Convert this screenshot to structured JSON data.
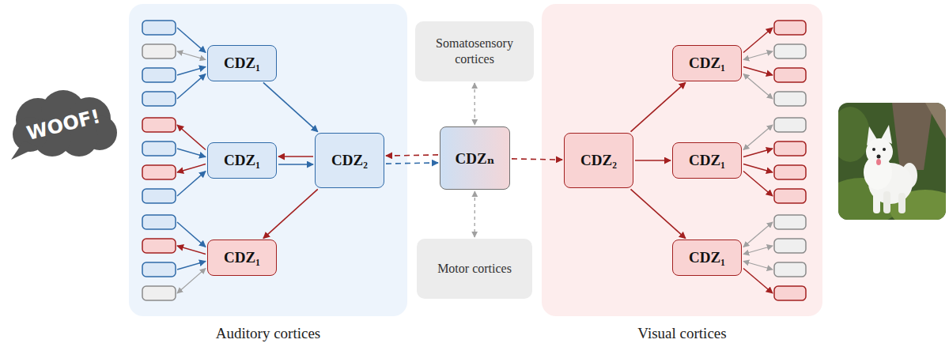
{
  "diagram": {
    "nodes": [
      {
        "text": [
          "WOOF!"
        ]
      },
      {
        "text": [
          "Auditory cortices"
        ]
      },
      {
        "text": [
          "CDZ₁"
        ],
        "in": 1
      },
      {
        "text": [
          "CDZ₁"
        ],
        "in": 1
      },
      {
        "text": [
          "CDZ₁"
        ],
        "in": 1
      },
      {
        "text": [
          "CDZ₂"
        ],
        "in": 1
      },
      {
        "text": [
          "Somatosensory cortices"
        ]
      },
      {
        "text": [
          "CDZₙ"
        ]
      },
      {
        "text": [
          "Motor cortices"
        ]
      },
      {
        "text": [
          "Visual cortices"
        ]
      },
      {
        "text": [
          "CDZ₂"
        ],
        "in": 9
      },
      {
        "text": [
          "CDZ₁"
        ],
        "in": 9
      },
      {
        "text": [
          "CDZ₁"
        ],
        "in": 9
      },
      {
        "text": [
          "CDZ₁"
        ],
        "in": 9
      }
    ],
    "edges": [
      {
        "from": 2,
        "to": 5,
        "arrow": "to"
      },
      {
        "from": 3,
        "to": 5,
        "arrow": "to"
      },
      {
        "from": 5,
        "to": 3,
        "arrow": "to"
      },
      {
        "from": 5,
        "to": 4,
        "arrow": "to"
      },
      {
        "from": 7,
        "to": 5,
        "arrow": "to"
      },
      {
        "from": 5,
        "to": 7,
        "arrow": "to"
      },
      {
        "from": 6,
        "to": 7,
        "arrow": "both"
      },
      {
        "from": 7,
        "to": 8,
        "arrow": "both"
      },
      {
        "from": 7,
        "to": 10,
        "arrow": "to"
      },
      {
        "from": 10,
        "to": 11,
        "arrow": "to"
      },
      {
        "from": 10,
        "to": 12,
        "arrow": "to"
      },
      {
        "from": 10,
        "to": 13,
        "arrow": "to"
      }
    ]
  }
}
